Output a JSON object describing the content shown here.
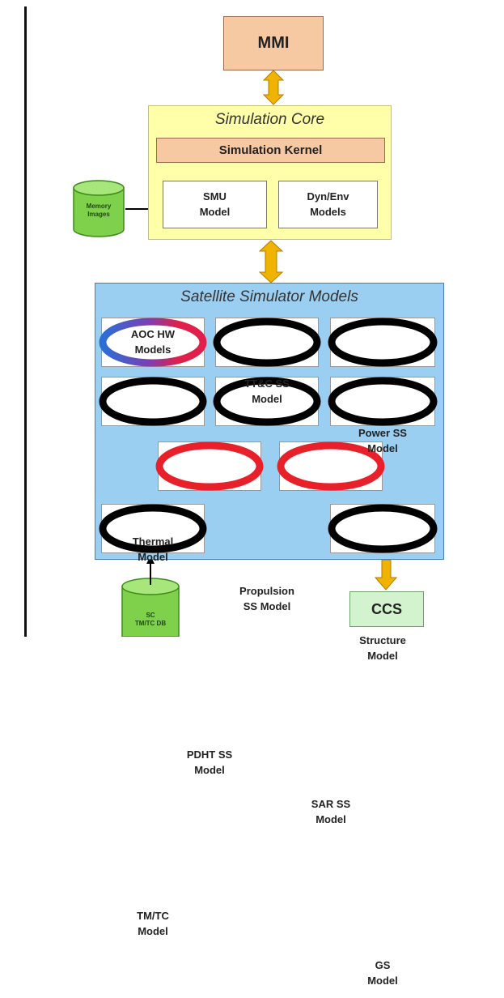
{
  "mmi": {
    "label": "MMI"
  },
  "simulation_core": {
    "title": "Simulation Core",
    "kernel": "Simulation Kernel",
    "smu": [
      "SMU",
      "Model"
    ],
    "dyn_env": [
      "Dyn/Env",
      "Models"
    ]
  },
  "memory_images": [
    "Memory",
    "Images"
  ],
  "satellite_models": {
    "title": "Satellite Simulator Models",
    "items": [
      {
        "lines": [
          "AOC HW",
          "Models"
        ],
        "ring": "gradient"
      },
      {
        "lines": [
          "TT&C SS",
          "Model"
        ],
        "ring": "black"
      },
      {
        "lines": [
          "Power SS",
          "Model"
        ],
        "ring": "black"
      },
      {
        "lines": [
          "Thermal",
          "Model"
        ],
        "ring": "black"
      },
      {
        "lines": [
          "Propulsion",
          "SS Model"
        ],
        "ring": "black"
      },
      {
        "lines": [
          "Structure",
          "Model"
        ],
        "ring": "black"
      },
      {
        "lines": [
          "PDHT SS",
          "Model"
        ],
        "ring": "red"
      },
      {
        "lines": [
          "SAR SS",
          "Model"
        ],
        "ring": "red"
      },
      {
        "lines": [
          "TM/TC",
          "Model"
        ],
        "ring": "black"
      },
      {
        "lines": [
          "GS",
          "Model"
        ],
        "ring": "black"
      }
    ]
  },
  "sc_tmtc_db": [
    "SC",
    "TM/TC DB"
  ],
  "ccs": {
    "label": "CCS"
  },
  "colors": {
    "ring_black": "#000000",
    "ring_red": "#e8202a",
    "arrow": "#f0b400",
    "cylinder": "#7fd04a"
  }
}
